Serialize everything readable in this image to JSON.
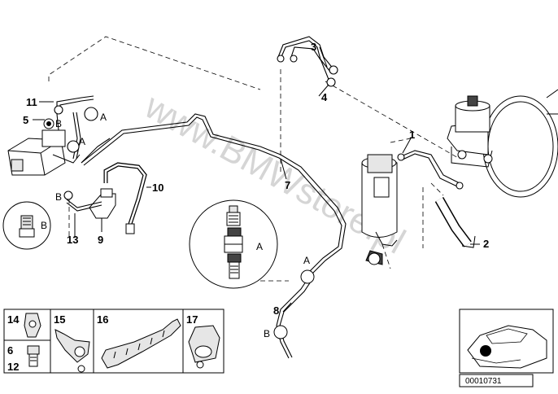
{
  "callouts": [
    "1",
    "2",
    "3",
    "4",
    "5",
    "6",
    "7",
    "8",
    "9",
    "10",
    "11",
    "12",
    "13",
    "14",
    "15",
    "16",
    "17"
  ],
  "detail_letters": {
    "a1": "A",
    "a2": "A",
    "a3": "A",
    "a4": "A",
    "b1": "B",
    "b2": "B",
    "b3": "B",
    "b4": "B"
  },
  "watermark": "www.BMWstore.pl",
  "reference_number": "00010731",
  "colors": {
    "line": "#000000",
    "watermark": "#c8c8c8",
    "fill_light": "#e6e6e6",
    "fill_dark": "#444444"
  }
}
